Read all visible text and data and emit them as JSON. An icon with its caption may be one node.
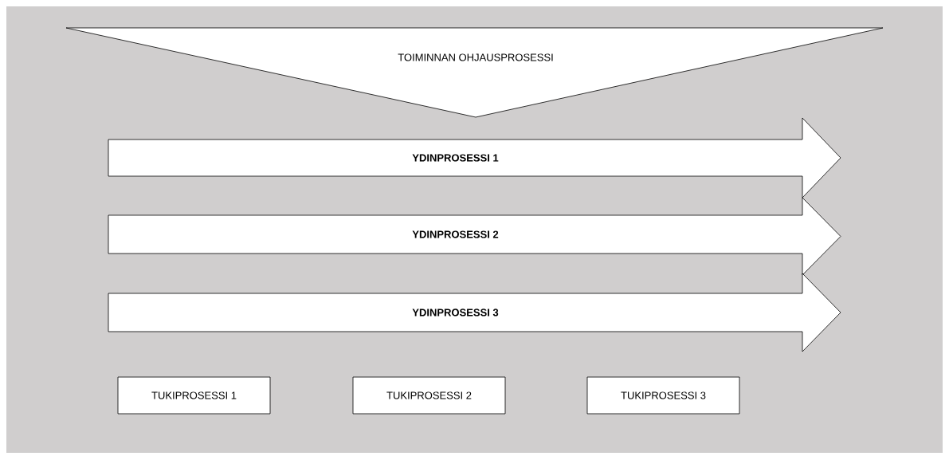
{
  "diagram": {
    "nodes": [
      {
        "text": [
          "TOIMINNAN OHJAUSPROSESSI"
        ]
      },
      {
        "text": [
          "**YDINPROSESSI 1**"
        ]
      },
      {
        "text": [
          "**YDINPROSESSI 2**"
        ]
      },
      {
        "text": [
          "**YDINPROSESSI 3**"
        ]
      },
      {
        "text": [
          "TUKIPROSESSI 1"
        ]
      },
      {
        "text": [
          "TUKIPROSESSI 2"
        ]
      },
      {
        "text": [
          "TUKIPROSESSI 3"
        ]
      }
    ]
  }
}
